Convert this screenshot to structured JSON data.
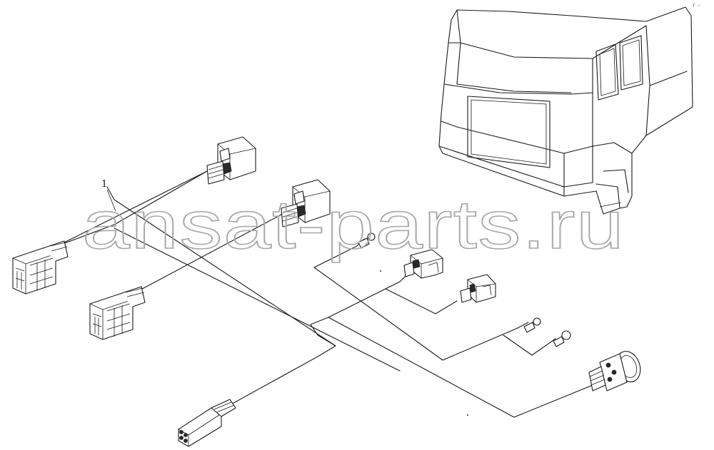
{
  "diagram": {
    "callouts": [
      {
        "id": "1",
        "label": "1"
      }
    ],
    "watermark": "ansat-parts.ru",
    "corner_mark": "r –"
  }
}
